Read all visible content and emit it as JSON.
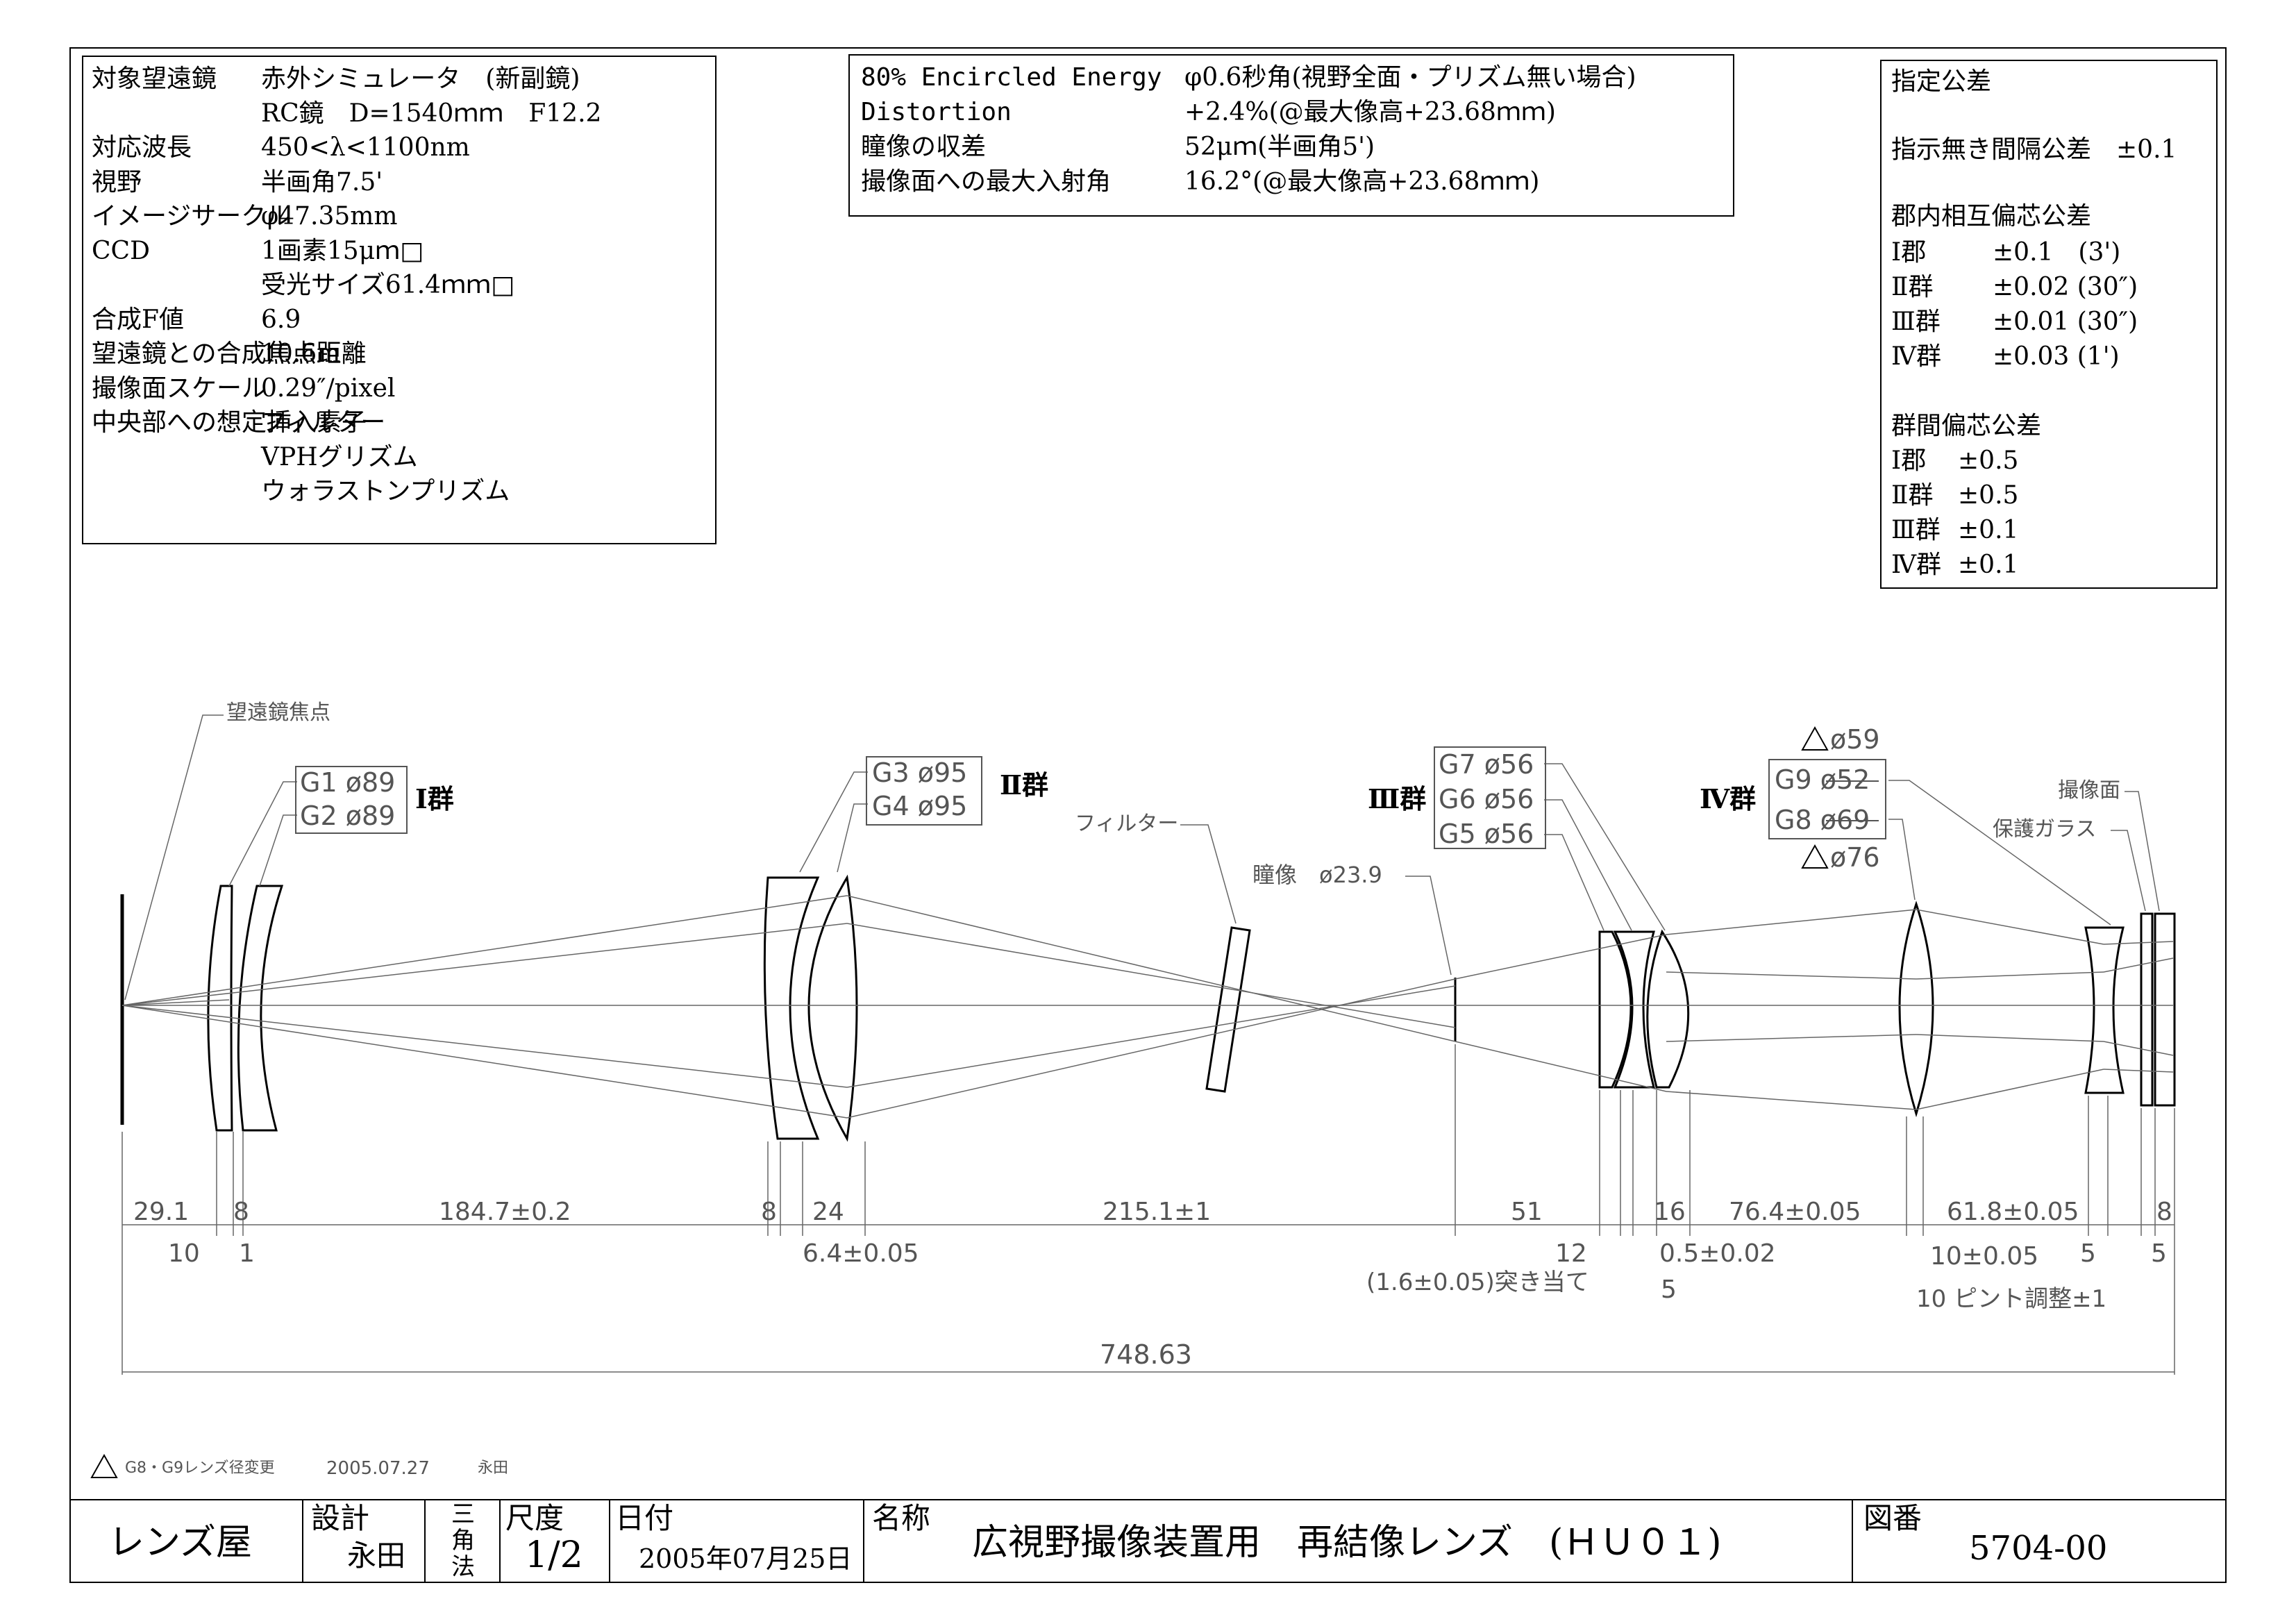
{
  "spec_left": [
    {
      "label": "対象望遠鏡",
      "value": "赤外シミュレータ　(新副鏡)"
    },
    {
      "label": "",
      "value": "RC鏡　D=1540ｍｍ　F12.2"
    },
    {
      "label": "対応波長",
      "value": "450<λ<1100nm"
    },
    {
      "label": "視野",
      "value": "半画角7.5'"
    },
    {
      "label": "イメージサークル",
      "value": "φ47.35mm"
    },
    {
      "label": "CCD",
      "value": "1画素15μｍ□"
    },
    {
      "label": "",
      "value": "受光サイズ61.4ｍｍ□"
    },
    {
      "label": "合成F値",
      "value": "6.9"
    },
    {
      "label": "望遠鏡との合成焦点距離",
      "value": "10.6m"
    },
    {
      "label": "撮像面スケール",
      "value": "0.29″/pixel"
    },
    {
      "label": "中央部への想定挿入素子",
      "value": "フィルター"
    },
    {
      "label": "",
      "value": "VPHグリズム"
    },
    {
      "label": "",
      "value": "ウォラストンプリズム"
    }
  ],
  "spec_center": [
    {
      "label": "80% Encircled Energy",
      "value": "φ0.6秒角(視野全面・プリズム無い場合)"
    },
    {
      "label": "Distortion",
      "value": "+2.4%(@最大像高+23.68ｍｍ)"
    },
    {
      "label": "瞳像の収差",
      "value": "52μｍ(半画角5')"
    },
    {
      "label": "撮像面への最大入射角",
      "value": "16.2°(@最大像高+23.68ｍｍ)"
    }
  ],
  "tolerance": {
    "title": "指定公差",
    "general": "指示無き間隔公差　±0.1",
    "intra_title": "郡内相互偏芯公差",
    "intra": [
      {
        "group": "Ⅰ郡",
        "value": "±0.1　(3')"
      },
      {
        "group": "Ⅱ群",
        "value": "±0.02 (30″)"
      },
      {
        "group": "Ⅲ群",
        "value": "±0.01 (30″)"
      },
      {
        "group": "Ⅳ群",
        "value": "±0.03 (1')"
      }
    ],
    "inter_title": "群間偏芯公差",
    "inter": [
      {
        "group": "Ⅰ郡",
        "value": "±0.5"
      },
      {
        "group": "Ⅱ群",
        "value": "±0.5"
      },
      {
        "group": "Ⅲ群",
        "value": "±0.1"
      },
      {
        "group": "Ⅳ群",
        "value": "±0.1"
      }
    ]
  },
  "labels": {
    "telescope_focus": "望遠鏡焦点",
    "g1": "G1 ø89",
    "g2": "G2 ø89",
    "group1": "Ⅰ群",
    "g3": "G3 ø95",
    "g4": "G4 ø95",
    "group2": "Ⅱ群",
    "filter": "フィルター",
    "pupil": "瞳像　ø23.9",
    "g7": "G7 ø56",
    "g6": "G6 ø56",
    "g5": "G5 ø56",
    "group3": "Ⅲ群",
    "g9_new": "ø59",
    "g9": "G9 ø52",
    "g8": "G8 ø69",
    "g8_new": "ø76",
    "group4": "Ⅳ群",
    "image_plane": "撮像面",
    "cover_glass": "保護ガラス"
  },
  "dims": {
    "d29": "29.1",
    "d10a": "10",
    "d8a": "8",
    "d1": "1",
    "d184": "184.7±0.2",
    "d8b": "8",
    "d24": "24",
    "d64": "6.4±0.05",
    "d215": "215.1±1",
    "d51": "51",
    "d12": "12",
    "d16": "16",
    "d05": "0.5±0.02",
    "d16note": "(1.6±0.05)突き当て",
    "d5a": "5",
    "d764": "76.4±0.05",
    "d10b": "10±0.05",
    "d618": "61.8±0.05",
    "d5b": "5",
    "d8c": "8",
    "d5c": "5",
    "d10pint": "10 ピント調整±1",
    "total": "748.63"
  },
  "revision": {
    "text": "G8・G9レンズ径変更",
    "date": "2005.07.27",
    "by": "永田"
  },
  "title_block": {
    "company": "レンズ屋",
    "design_label": "設計",
    "designer": "永田",
    "projection_1": "三",
    "projection_2": "角",
    "projection_3": "法",
    "scale_label": "尺度",
    "scale": "1/2",
    "date_label": "日付",
    "date": "2005年07月25日",
    "name_label": "名称",
    "name": "広視野撮像装置用　再結像レンズ　(ＨＵ０１)",
    "drawing_no_label": "図番",
    "drawing_no": "5704-00"
  }
}
